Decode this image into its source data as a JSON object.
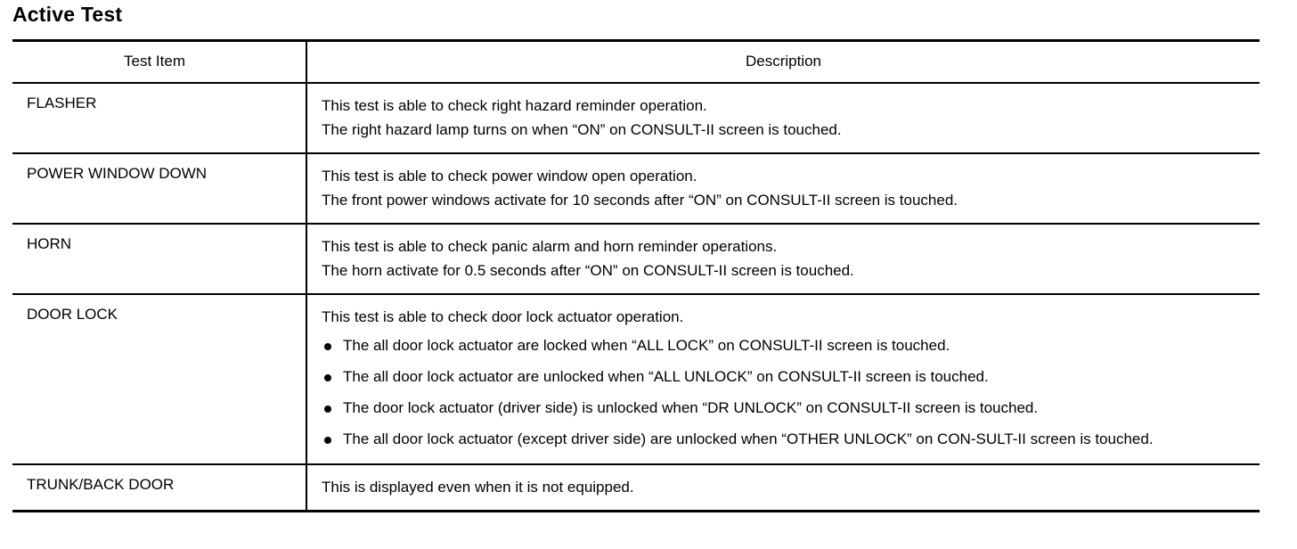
{
  "page": {
    "title": "Active Test"
  },
  "table": {
    "headers": {
      "test_item": "Test Item",
      "description": "Description"
    },
    "rows": [
      {
        "item": "FLASHER",
        "lines": [
          "This test is able to check right hazard reminder operation.",
          "The right hazard lamp turns on when “ON” on CONSULT-II screen is touched."
        ],
        "bullets": []
      },
      {
        "item": "POWER WINDOW DOWN",
        "lines": [
          "This test is able to check power window open operation.",
          "The front power windows activate for 10 seconds after “ON” on CONSULT-II screen is touched."
        ],
        "bullets": []
      },
      {
        "item": "HORN",
        "lines": [
          "This test is able to check panic alarm and horn reminder operations.",
          "The horn activate for 0.5 seconds after “ON” on CONSULT-II screen is touched."
        ],
        "bullets": []
      },
      {
        "item": "DOOR LOCK",
        "lines": [
          "This test is able to check door lock actuator operation."
        ],
        "bullets": [
          "The all door lock actuator are locked when “ALL LOCK” on CONSULT-II screen is touched.",
          "The all door lock actuator are unlocked when “ALL UNLOCK” on CONSULT-II screen is touched.",
          "The door lock actuator (driver side) is unlocked when “DR UNLOCK” on CONSULT-II screen is touched.",
          "The all door lock actuator (except driver side) are unlocked when “OTHER UNLOCK” on CON-SULT-II screen is touched."
        ]
      },
      {
        "item": "TRUNK/BACK DOOR",
        "lines": [
          "This is displayed even when it is not equipped."
        ],
        "bullets": []
      }
    ]
  }
}
